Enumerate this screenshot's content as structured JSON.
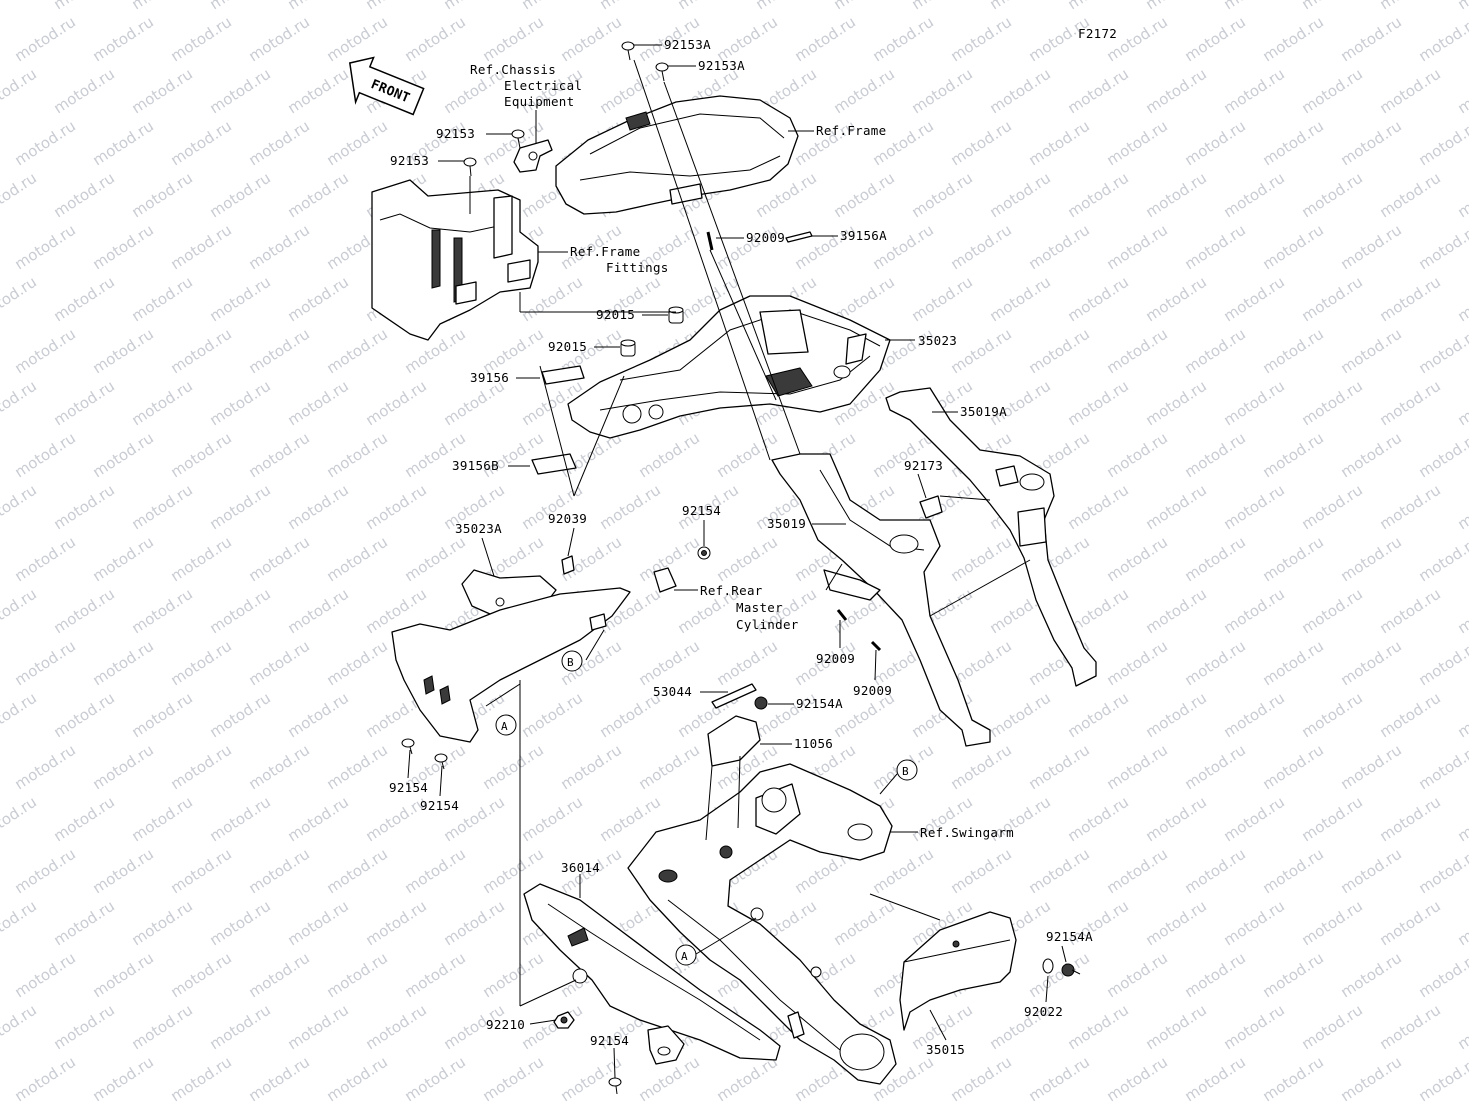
{
  "figure_code": "F2172",
  "front_arrow": "FRONT",
  "watermark": "motod.ru",
  "parts": {
    "p92153A_1": "92153A",
    "p92153A_2": "92153A",
    "p92153_1": "92153",
    "p92153_2": "92153",
    "p92009_top": "92009",
    "p39156A": "39156A",
    "p92015_1": "92015",
    "p92015_2": "92015",
    "p39156": "39156",
    "p35023": "35023",
    "p35019A": "35019A",
    "p39156B": "39156B",
    "p92173": "92173",
    "p35023A": "35023A",
    "p92039": "92039",
    "p92154_top": "92154",
    "p35019": "35019",
    "p92009_l": "92009",
    "p92009_r": "92009",
    "p53044": "53044",
    "p92154A_top": "92154A",
    "p11056": "11056",
    "p92154_l1": "92154",
    "p92154_l2": "92154",
    "p36014": "36014",
    "p92154A_r": "92154A",
    "p92022": "92022",
    "p92210": "92210",
    "p92154_bot": "92154",
    "p35015": "35015"
  },
  "references": {
    "chassis": [
      "Ref.Chassis",
      "Electrical",
      "Equipment"
    ],
    "frame": "Ref.Frame",
    "frame_fittings": [
      "Ref.Frame",
      "Fittings"
    ],
    "rear_master": [
      "Ref.Rear",
      "Master",
      "Cylinder"
    ],
    "swingarm": "Ref.Swingarm"
  },
  "callouts": {
    "a": "A",
    "b": "B"
  }
}
